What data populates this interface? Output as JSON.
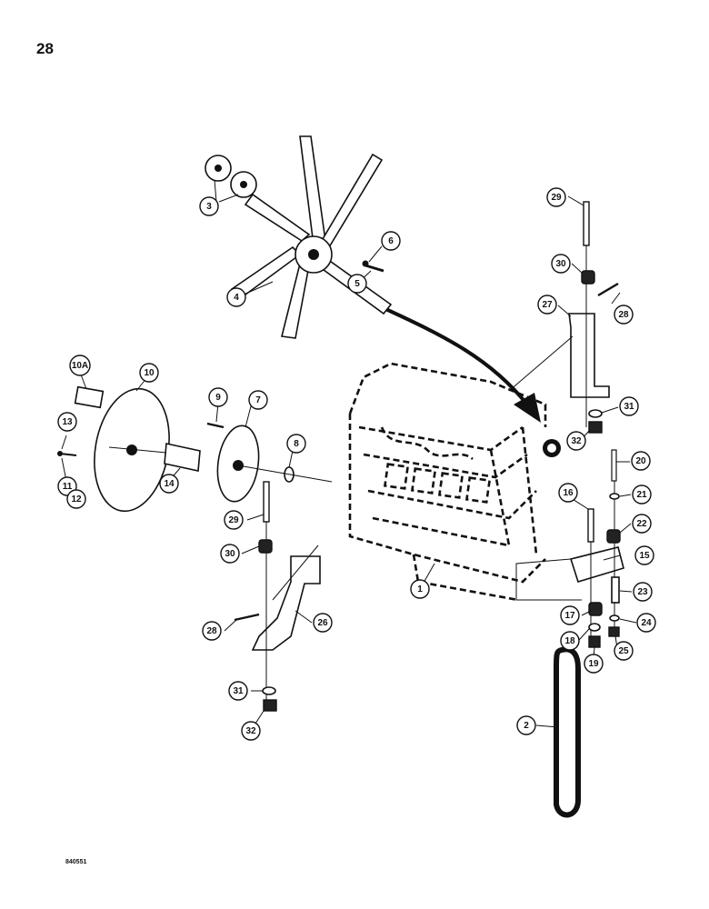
{
  "page": {
    "number": "28",
    "figure_code": "840551"
  },
  "callouts": [
    {
      "id": "c1",
      "label": "1"
    },
    {
      "id": "c2",
      "label": "2"
    },
    {
      "id": "c3",
      "label": "3"
    },
    {
      "id": "c4",
      "label": "4"
    },
    {
      "id": "c5",
      "label": "5"
    },
    {
      "id": "c6",
      "label": "6"
    },
    {
      "id": "c7",
      "label": "7"
    },
    {
      "id": "c8",
      "label": "8"
    },
    {
      "id": "c9",
      "label": "9"
    },
    {
      "id": "c10",
      "label": "10"
    },
    {
      "id": "c10a",
      "label": "10A"
    },
    {
      "id": "c11",
      "label": "11"
    },
    {
      "id": "c12",
      "label": "12"
    },
    {
      "id": "c13",
      "label": "13"
    },
    {
      "id": "c14",
      "label": "14"
    },
    {
      "id": "c15",
      "label": "15"
    },
    {
      "id": "c16",
      "label": "16"
    },
    {
      "id": "c17",
      "label": "17"
    },
    {
      "id": "c18",
      "label": "18"
    },
    {
      "id": "c19",
      "label": "19"
    },
    {
      "id": "c20",
      "label": "20"
    },
    {
      "id": "c21",
      "label": "21"
    },
    {
      "id": "c22",
      "label": "22"
    },
    {
      "id": "c23",
      "label": "23"
    },
    {
      "id": "c24",
      "label": "24"
    },
    {
      "id": "c25",
      "label": "25"
    },
    {
      "id": "c26",
      "label": "26"
    },
    {
      "id": "c27",
      "label": "27"
    },
    {
      "id": "c28a",
      "label": "28"
    },
    {
      "id": "c28b",
      "label": "28"
    },
    {
      "id": "c29a",
      "label": "29"
    },
    {
      "id": "c29b",
      "label": "29"
    },
    {
      "id": "c30a",
      "label": "30"
    },
    {
      "id": "c30b",
      "label": "30"
    },
    {
      "id": "c31a",
      "label": "31"
    },
    {
      "id": "c31b",
      "label": "31"
    },
    {
      "id": "c32a",
      "label": "32"
    },
    {
      "id": "c32b",
      "label": "32"
    }
  ]
}
